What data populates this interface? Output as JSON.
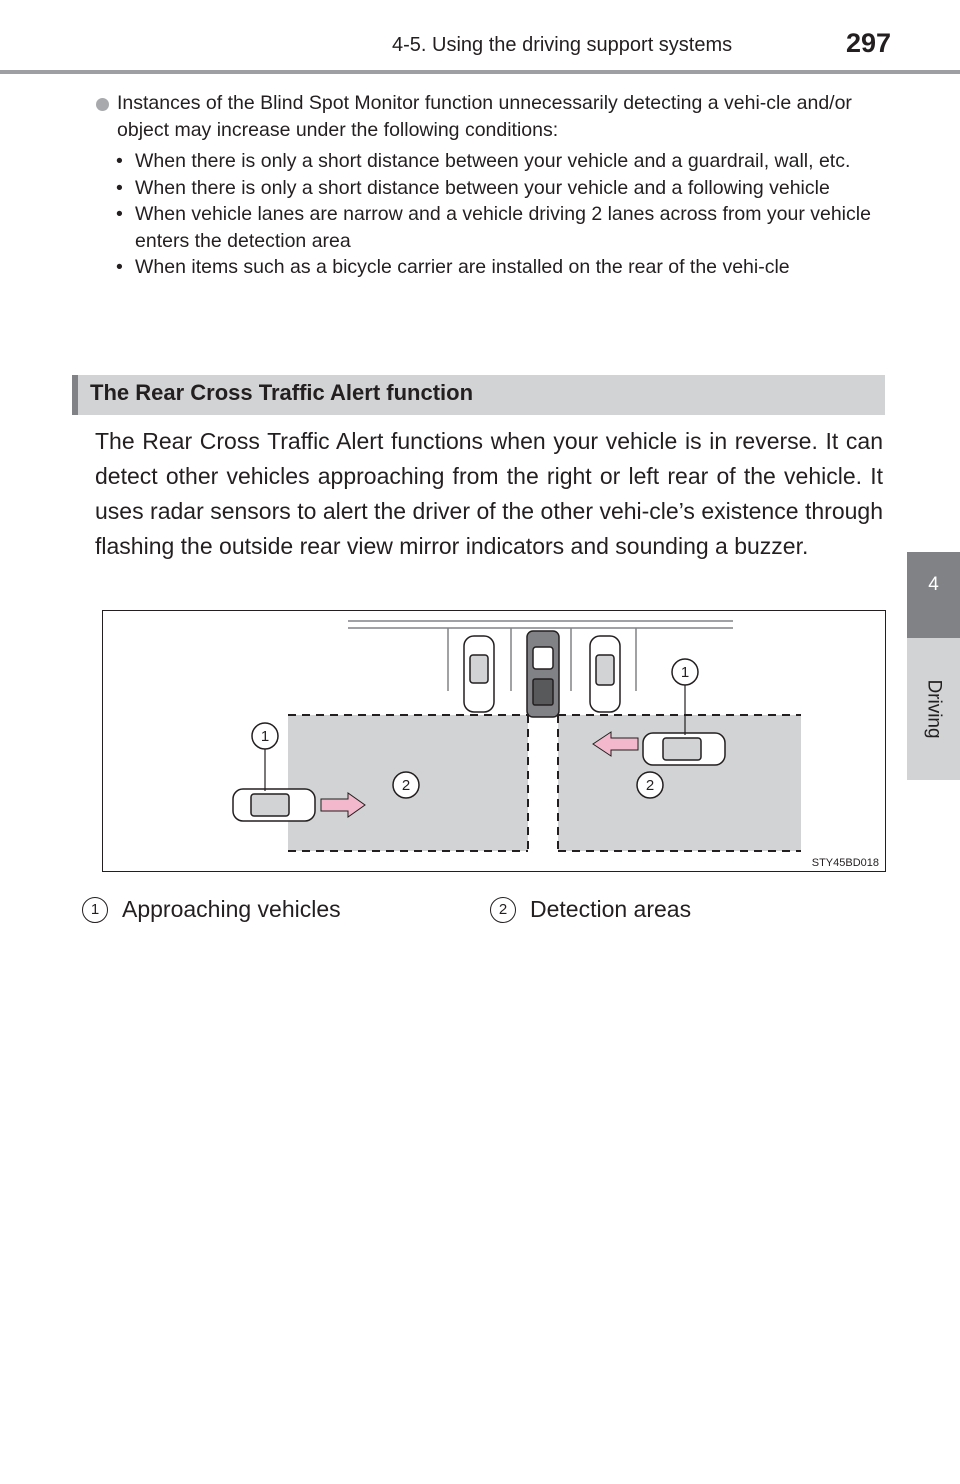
{
  "header": {
    "section_title": "4-5. Using the driving support systems",
    "page_number": "297"
  },
  "side_tab": {
    "chapter_number": "4",
    "chapter_label": "Driving"
  },
  "bullet": {
    "text": "Instances of the Blind Spot Monitor function unnecessarily detecting a vehi-cle and/or object may increase under the following conditions:",
    "items": [
      "When there is only a short distance between your vehicle and a guardrail, wall, etc.",
      "When there is only a short distance between your vehicle and a following vehicle",
      "When vehicle lanes are narrow and a vehicle driving 2 lanes across from your vehicle enters the detection area",
      "When items such as a bicycle carrier are installed on the rear of the vehi-cle"
    ]
  },
  "section": {
    "title": "The Rear Cross Traffic Alert function"
  },
  "body": "The Rear Cross Traffic Alert functions when your vehicle is in reverse. It can detect other vehicles approaching from the right or left rear of the vehicle. It uses radar sensors to alert the driver of the other vehi-cle’s existence through flashing the outside rear view mirror indicators and sounding a buzzer.",
  "figure": {
    "code": "STY45BD018",
    "callouts": {
      "one": "1",
      "two": "2"
    }
  },
  "legend": [
    {
      "num": "1",
      "label": "Approaching vehicles"
    },
    {
      "num": "2",
      "label": "Detection areas"
    }
  ],
  "colors": {
    "arrow": "#f3b8cc",
    "detection_area": "#d1d3d4",
    "tab_dark": "#808285"
  }
}
